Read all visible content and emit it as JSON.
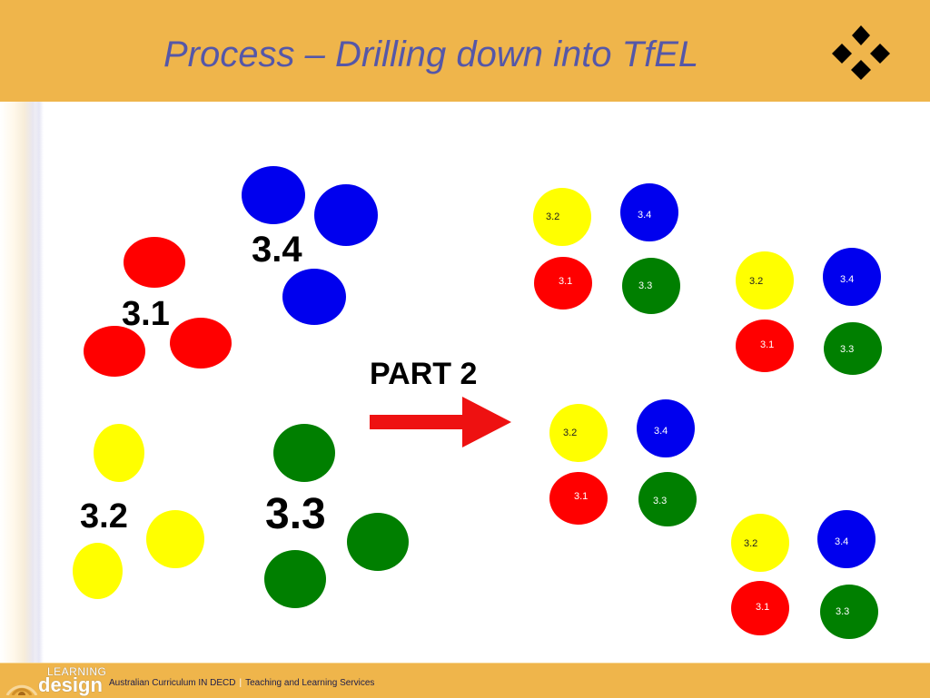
{
  "slide": {
    "title": "Process – Drilling down into TfEL",
    "part_label": "PART 2"
  },
  "left_groups": {
    "g31": "3.1",
    "g34": "3.4",
    "g32": "3.2",
    "g33": "3.3"
  },
  "clusters": [
    {
      "c32": "3.2",
      "c34": "3.4",
      "c31": "3.1",
      "c33": "3.3"
    },
    {
      "c32": "3.2",
      "c34": "3.4",
      "c31": "3.1",
      "c33": "3.3"
    },
    {
      "c32": "3.2",
      "c34": "3.4",
      "c31": "3.1",
      "c33": "3.3"
    },
    {
      "c32": "3.2",
      "c34": "3.4",
      "c31": "3.1",
      "c33": "3.3"
    }
  ],
  "footer": {
    "logo_learning": "LEARNING",
    "logo_design": "design",
    "text_a": "Australian Curriculum IN DECD",
    "separator": "|",
    "text_b": "Teaching and Learning Services"
  },
  "colors": {
    "header": "#efb54b",
    "title": "#5557a8",
    "red": "#ff0000",
    "blue": "#0000ee",
    "yellow": "#ffff00",
    "green": "#007f00",
    "arrow": "#ee1111"
  },
  "icons": {
    "header_logo": "four-diamonds-icon",
    "arrow": "right-arrow-icon",
    "footer_mark": "learning-design-logo-icon"
  }
}
